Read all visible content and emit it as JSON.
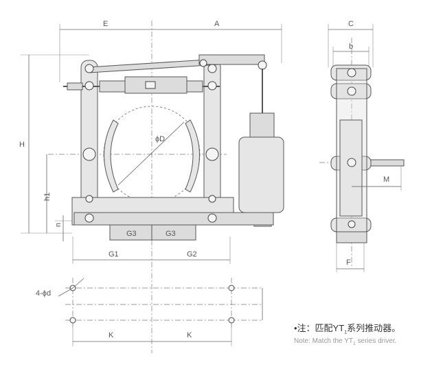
{
  "labels": {
    "E": "E",
    "A": "A",
    "C": "C",
    "b": "b",
    "H": "H",
    "h1": "h1",
    "n": "n",
    "phiD": "ϕD",
    "G3_left": "G3",
    "G3_right": "G3",
    "G1": "G1",
    "G2": "G2",
    "M": "M",
    "F": "F",
    "holes": "4-ϕd",
    "K_left": "K",
    "K_right": "K"
  },
  "note": {
    "cn_prefix": "•注：匹配YT",
    "cn_sub": "1",
    "cn_suffix": "系列推动器。",
    "en_prefix": "Note: Match the YT",
    "en_sub": "1",
    "en_suffix": " series driver."
  }
}
